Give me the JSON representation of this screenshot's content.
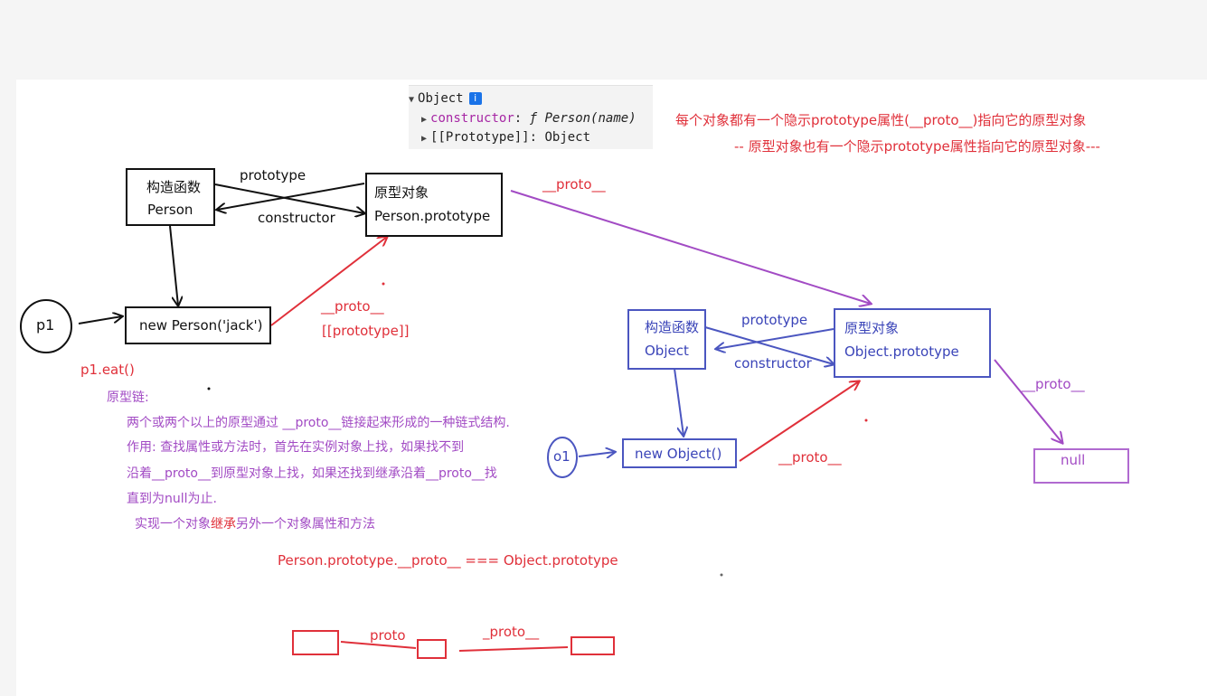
{
  "devtools": {
    "object_label": "Object",
    "info_icon": "i",
    "constructor_key": "constructor",
    "constructor_value_f": "ƒ",
    "constructor_value": "Person(name)",
    "prototype_row": "[[Prototype]]: Object"
  },
  "notes": {
    "line1": "每个对象都有一个隐示prototype属性(__proto__)指向它的原型对象",
    "line2": "--   原型对象也有一个隐示prototype属性指向它的原型对象---"
  },
  "person_diagram": {
    "ctor_line1": "构造函数",
    "ctor_line2": "Person",
    "proto_line1": "原型对象",
    "proto_line2": "Person.prototype",
    "prototype_edge": "prototype",
    "constructor_edge": "constructor",
    "instance_label": "new Person('jack')",
    "p1_label": "p1",
    "proto_edge_a": "__proto__",
    "proto_edge_b": "[[prototype]]",
    "to_object_proto_edge": "__proto__"
  },
  "object_diagram": {
    "ctor_line1": "构造函数",
    "ctor_line2": "Object",
    "proto_line1": "原型对象",
    "proto_line2": "Object.prototype",
    "prototype_edge": "prototype",
    "constructor_edge": "constructor",
    "instance_label": "new Object()",
    "o1_label": "o1",
    "proto_edge": "__proto__",
    "null_edge": "__proto__",
    "null_label": "null"
  },
  "explanation": {
    "method_call": "p1.eat()",
    "chain_title": "原型链:",
    "line1": "两个或两个以上的原型通过 __proto__链接起来形成的一种链式结构.",
    "line2": "作用: 查找属性或方法时，首先在实例对象上找，如果找不到",
    "line3": "沿着__proto__到原型对象上找，如果还找到继承沿着__proto__找",
    "line4": "直到为null为止.",
    "line5_a": "实现一个对象",
    "line5_b": "继承",
    "line5_c": "另外一个对象属性和方法",
    "equation": "Person.prototype.__proto__ ===  Object.prototype"
  },
  "bottom_chain": {
    "edge1": "proto",
    "edge2": "_proto__"
  },
  "colors": {
    "red": "#e0303a",
    "purple": "#a24bc4",
    "blue": "#3a44b8",
    "black": "#111111"
  }
}
